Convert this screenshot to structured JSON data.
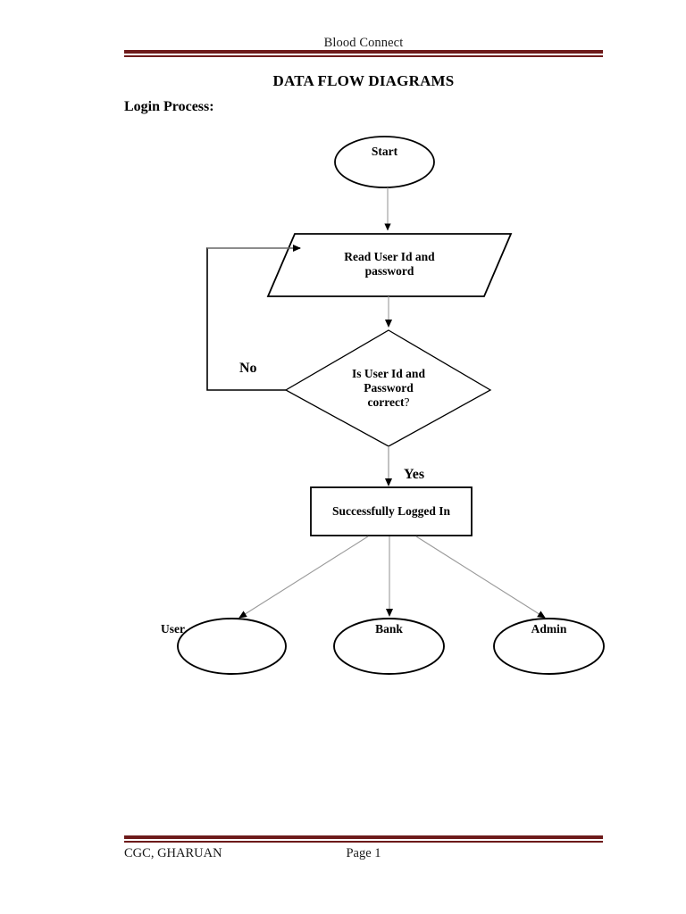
{
  "header": {
    "title": "Blood Connect"
  },
  "document": {
    "title": "DATA FLOW DIAGRAMS",
    "section_heading": "Login Process:"
  },
  "footer": {
    "left": "CGC, GHARUAN",
    "center": "Page 1"
  },
  "colors": {
    "rule": "#6d1a1a",
    "shape_stroke": "#000000",
    "connector": "#9a9a9a",
    "text": "#000000"
  },
  "flowchart": {
    "nodes": [
      {
        "id": "start",
        "type": "terminator",
        "label": "Start"
      },
      {
        "id": "read",
        "type": "input-output",
        "label": "Read User Id and\npassword"
      },
      {
        "id": "decide",
        "type": "decision",
        "label": "Is User Id and\nPassword\ncorrect",
        "suffix": "?"
      },
      {
        "id": "success",
        "type": "process",
        "label": "Successfully Logged In"
      },
      {
        "id": "user",
        "type": "terminator",
        "label": "User"
      },
      {
        "id": "bank",
        "type": "terminator",
        "label": "Bank"
      },
      {
        "id": "admin",
        "type": "terminator",
        "label": "Admin"
      }
    ],
    "edge_labels": {
      "no": "No",
      "yes": "Yes"
    }
  }
}
